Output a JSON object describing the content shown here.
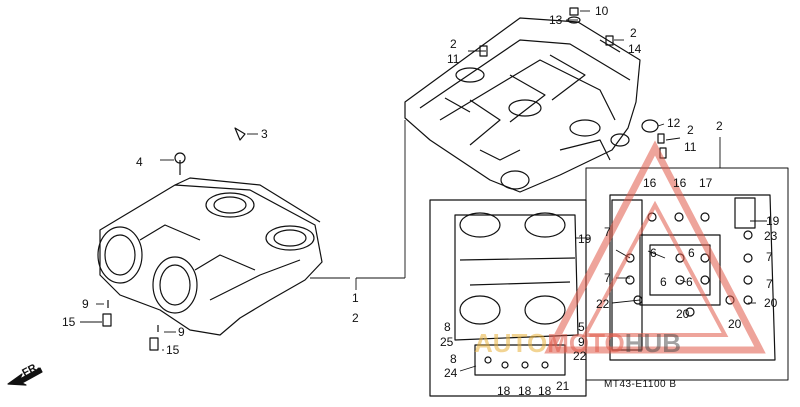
{
  "diagram_code": "MT43-E1100 B",
  "front_label": "FR.",
  "watermark": {
    "part1": "AUTO",
    "part2": "MOTO",
    "part3": "HUB",
    "colors": {
      "auto": "#e8b23c",
      "moto": "#e15a4a",
      "hub": "#444444",
      "triangle": "#e15a4a"
    }
  },
  "callouts": [
    "10",
    "13",
    "2",
    "14",
    "2",
    "11",
    "12",
    "2",
    "11",
    "2",
    "3",
    "4",
    "16",
    "16",
    "17",
    "19",
    "23",
    "19",
    "7",
    "6",
    "6",
    "7",
    "7",
    "6",
    "6",
    "7",
    "22",
    "20",
    "20",
    "20",
    "8",
    "25",
    "5",
    "9",
    "22",
    "8",
    "24",
    "18",
    "18",
    "18",
    "21",
    "1",
    "2",
    "9",
    "15",
    "9",
    "15"
  ]
}
